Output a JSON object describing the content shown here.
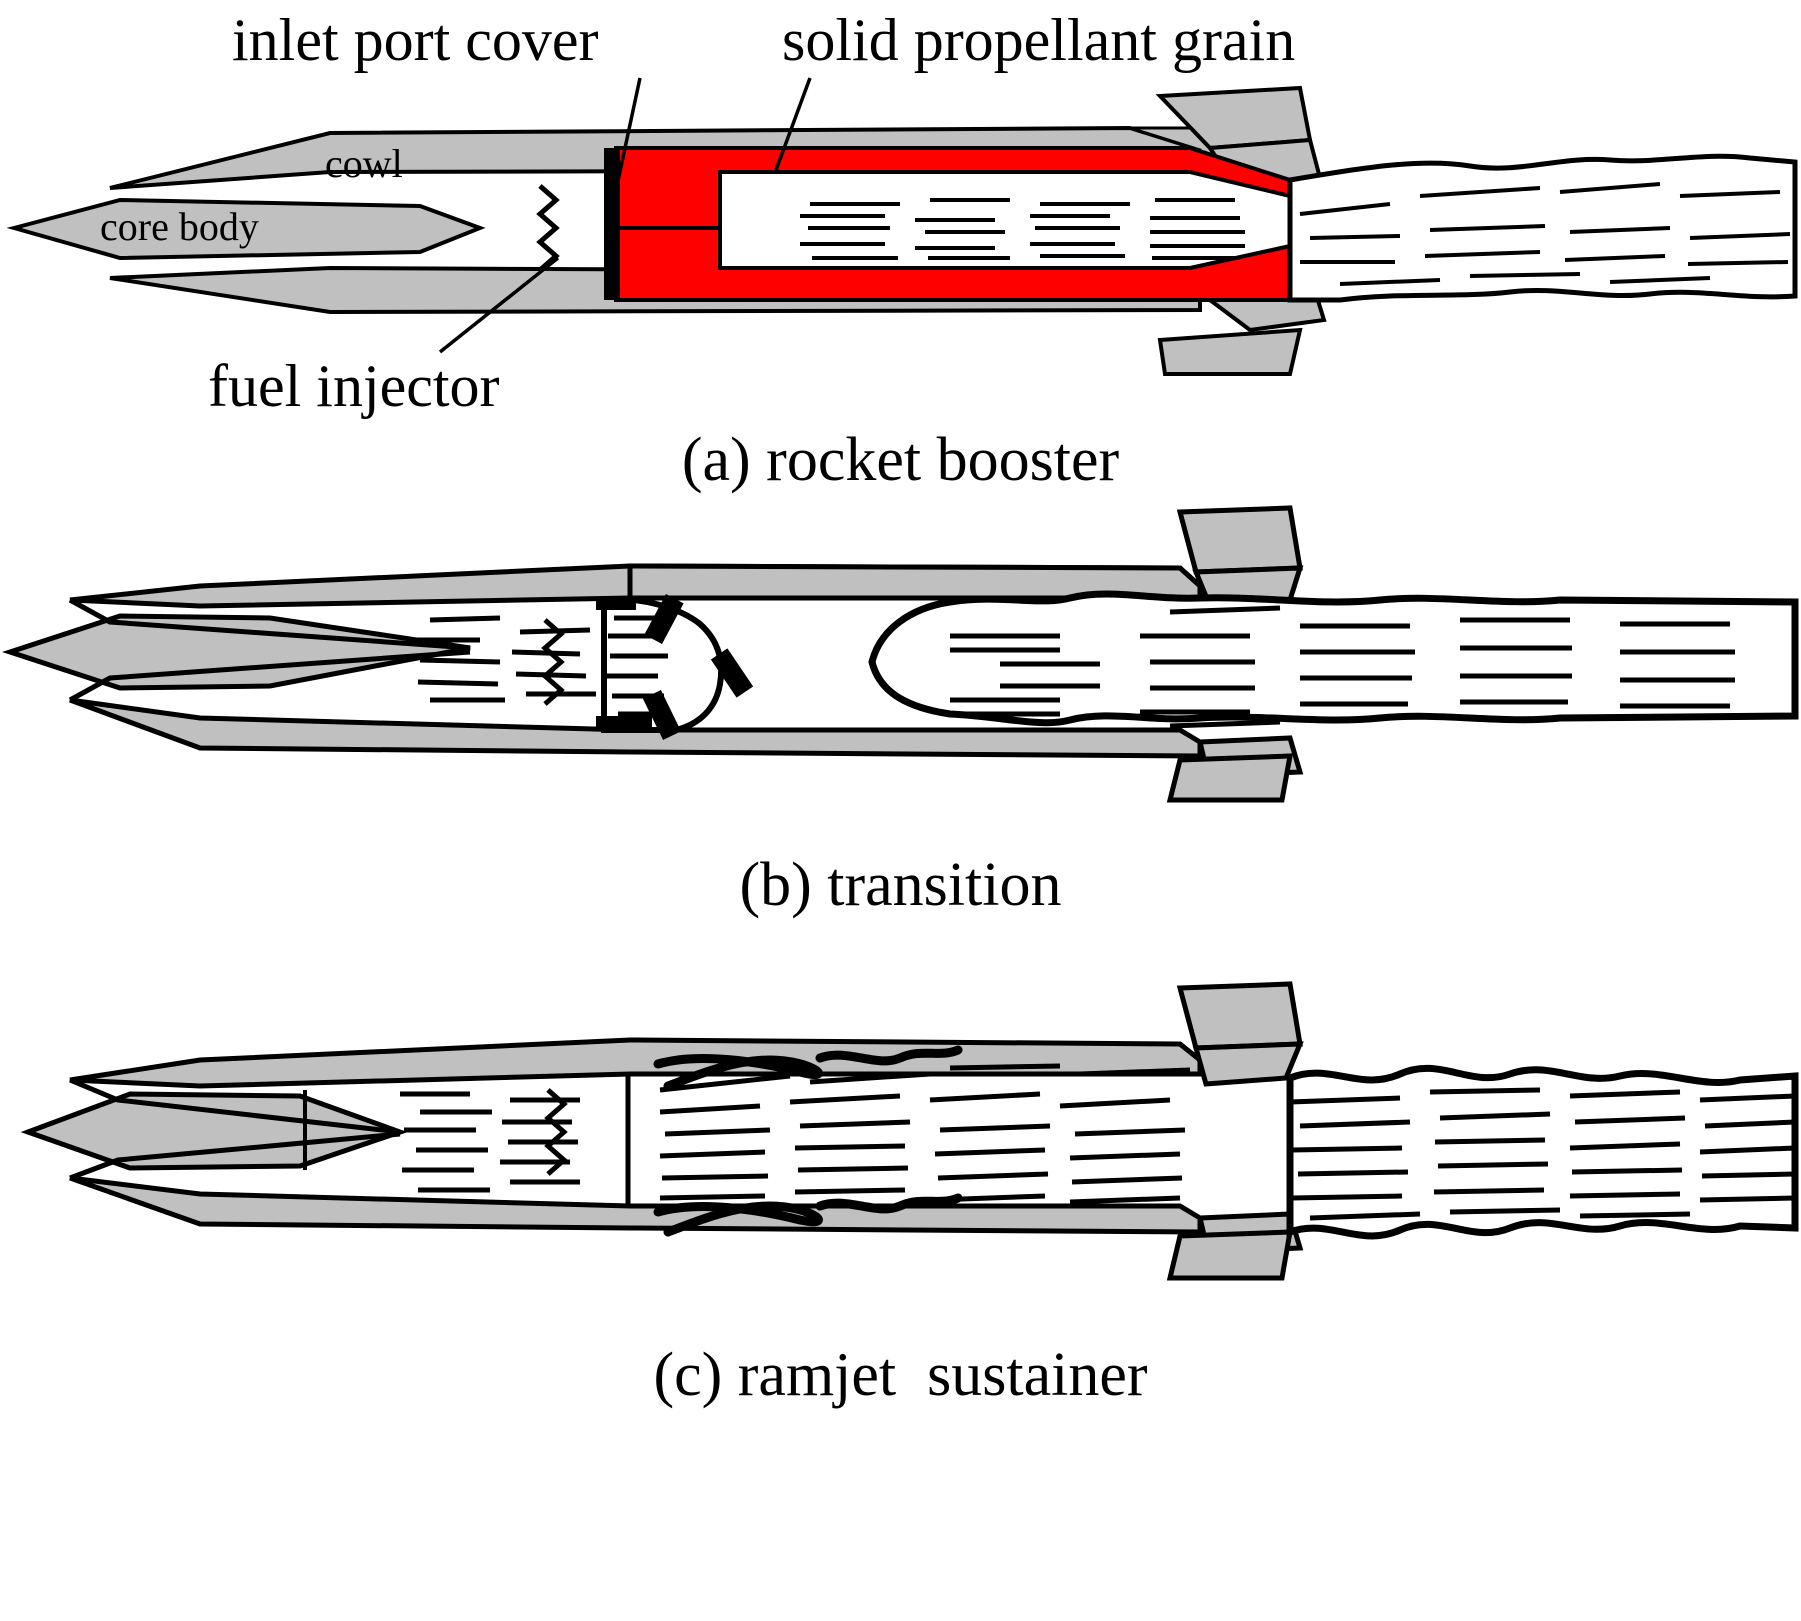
{
  "figure": {
    "type": "technical-schematic",
    "subject": "solid-fuel integral rocket ramjet missile operating modes",
    "panel_count": 3,
    "background_color": "#ffffff",
    "line_color": "#000000",
    "structure_fill": "#c0c0c0",
    "propellant_fill": "#ff0000"
  },
  "panels": [
    {
      "id": "a",
      "caption": "(a) rocket booster",
      "labels": [
        {
          "key": "inlet_port_cover",
          "text": "inlet port cover"
        },
        {
          "key": "solid_propellant_grain",
          "text": "solid propellant grain"
        },
        {
          "key": "cowl",
          "text": "cowl"
        },
        {
          "key": "core_body",
          "text": "core body"
        },
        {
          "key": "fuel_injector",
          "text": "fuel injector"
        }
      ],
      "features": [
        "solid propellant grain (red) lining combustion chamber",
        "inlet port cover sealing the duct",
        "fuel injector shown as zigzag spring",
        "rocket exhaust plume with hatching",
        "tail fins"
      ]
    },
    {
      "id": "b",
      "caption": "(b) transition",
      "labels": [],
      "features": [
        "port cover fragments ejected (black angled shards)",
        "inlet air flow hatching entering duct",
        "spent booster case ejected downstream",
        "fuel injector zigzag",
        "tail fins"
      ]
    },
    {
      "id": "c",
      "caption": "(c) ramjet  sustainer",
      "labels": [],
      "features": [
        "inlet air flow through open duct",
        "turbulent flame-holder recirculation scribbles at dump plane",
        "ramjet combustion flow hatching filling chamber",
        "exhaust plume with wavy boundary",
        "tail fins"
      ]
    }
  ],
  "captions": {
    "a": "(a) rocket booster",
    "b": "(b) transition",
    "c": "(c) ramjet  sustainer"
  },
  "labels": {
    "inlet_port_cover": "inlet port cover",
    "solid_propellant_grain": "solid propellant grain",
    "cowl": "cowl",
    "core_body": "core body",
    "fuel_injector": "fuel injector"
  }
}
